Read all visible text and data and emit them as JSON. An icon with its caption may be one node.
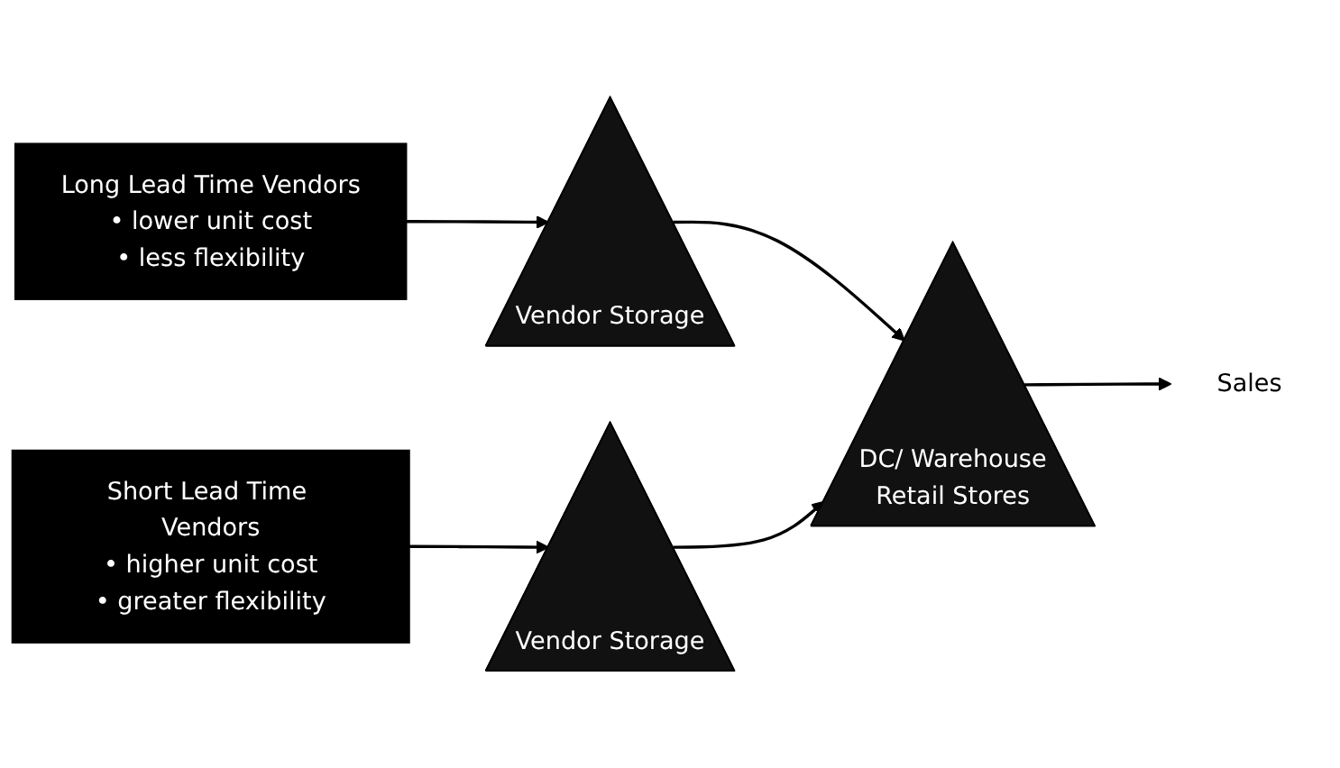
{
  "diagram": {
    "nodes": [
      {
        "text": [
          "Long Lead Time Vendors",
          "• lower unit cost",
          "• less flexibility"
        ]
      },
      {
        "text": [
          "Vendor Storage"
        ]
      },
      {
        "text": [
          "DC/ Warehouse",
          "Retail Stores"
        ]
      },
      {
        "text": [
          "Short Lead Time Vendors",
          "• higher unit cost",
          "• greater flexibility"
        ]
      },
      {
        "text": [
          "Vendor Storage"
        ]
      },
      {
        "text": [
          "Sales"
        ]
      }
    ],
    "edges": [
      {
        "from": 0,
        "to": 1,
        "arrow": "to"
      },
      {
        "from": 3,
        "to": 4,
        "arrow": "to"
      },
      {
        "from": 1,
        "to": 2,
        "arrow": "to"
      },
      {
        "from": 4,
        "to": 2,
        "arrow": "to"
      },
      {
        "from": 2,
        "to": 5,
        "arrow": "to"
      }
    ]
  }
}
